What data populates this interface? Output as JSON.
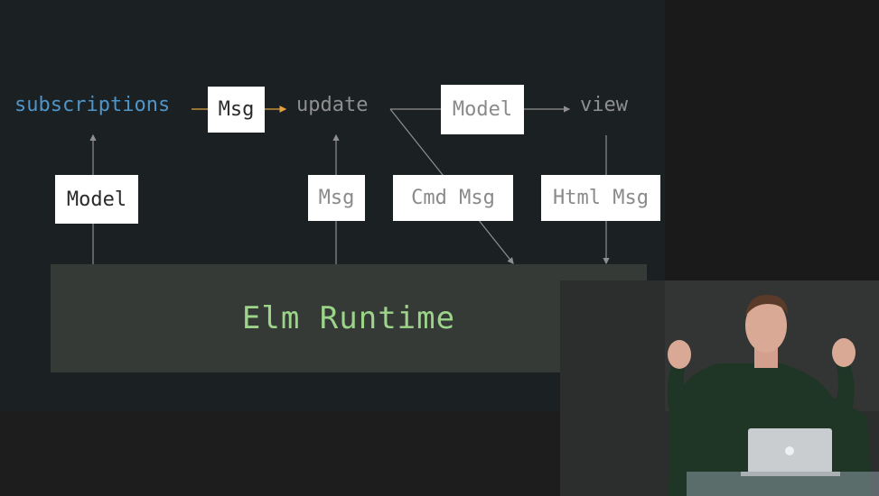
{
  "diagram": {
    "subscriptions": "subscriptions",
    "msg_top": "Msg",
    "update": "update",
    "model_top": "Model",
    "view": "view",
    "model_box": "Model",
    "msg_box": "Msg",
    "cmd_msg": "Cmd Msg",
    "html_msg": "Html Msg",
    "runtime": "Elm Runtime"
  },
  "colors": {
    "slide_bg": "#1b2023",
    "subscriptions": "#4f95c8",
    "runtime_text": "#9cd48a",
    "msg_arrow": "#e2a240",
    "grey_arrow": "#8f8f8f"
  }
}
